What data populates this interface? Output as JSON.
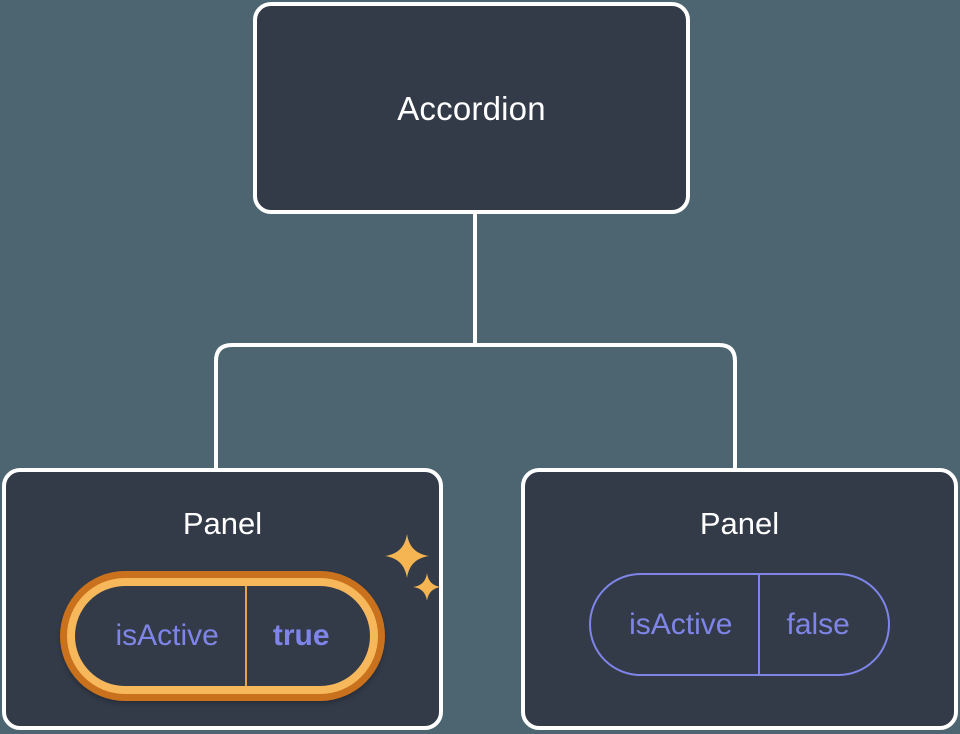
{
  "theme": {
    "background": "#4c6570",
    "node_fill": "#333b49",
    "node_border": "#ffffff",
    "prop_text": "#7f85e8",
    "highlight_outer": "#c9711c",
    "highlight_inner": "#f7b85c",
    "sparkle": "#f5b553"
  },
  "tree": {
    "root": {
      "label": "Accordion"
    },
    "children": [
      {
        "label": "Panel",
        "prop": {
          "key": "isActive",
          "value": "true"
        },
        "highlighted": true,
        "sparkles": [
          "sparkle-large-icon",
          "sparkle-small-icon"
        ]
      },
      {
        "label": "Panel",
        "prop": {
          "key": "isActive",
          "value": "false"
        },
        "highlighted": false,
        "sparkles": []
      }
    ]
  }
}
